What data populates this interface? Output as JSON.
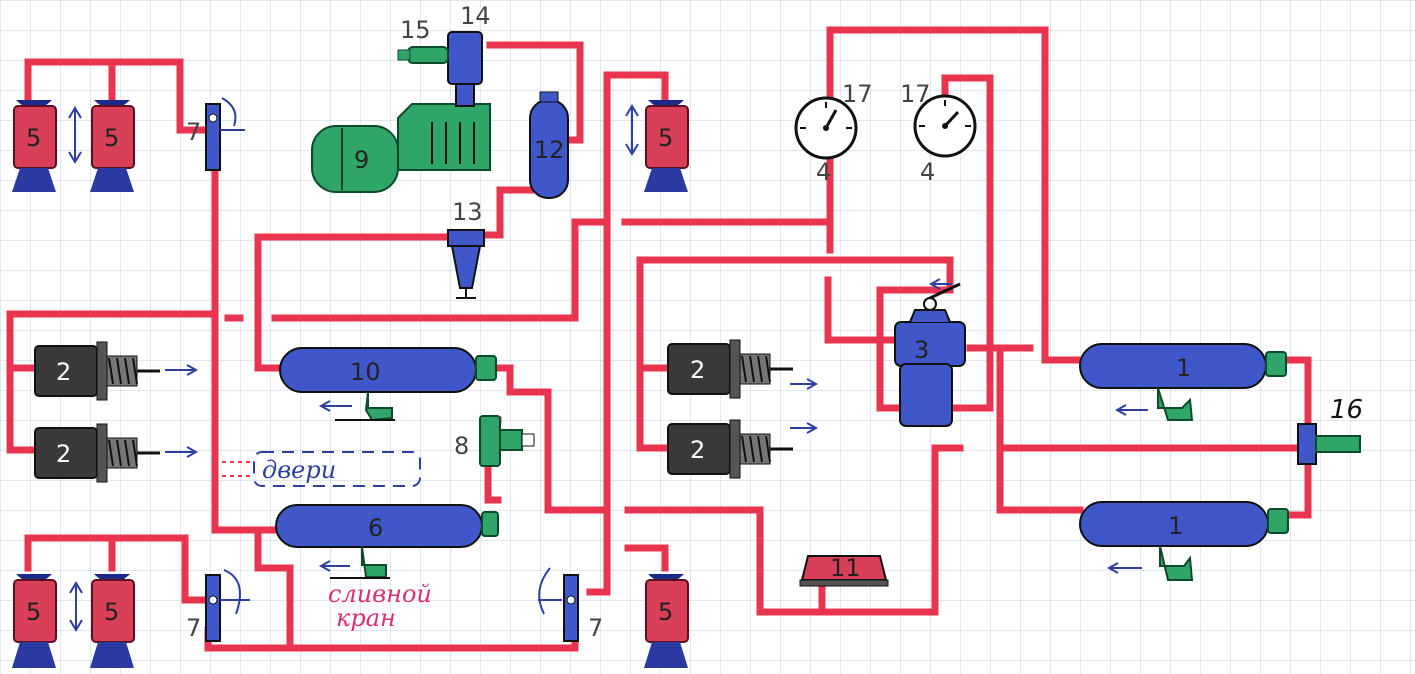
{
  "colors": {
    "pipe": "#e8344f",
    "blue": "#3f57c9",
    "red_body": "#d8405a",
    "green": "#2fa56a",
    "dark": "#3a3a3a",
    "gray_chamber": "#555555",
    "arrow": "#2f3f9f",
    "pink_text": "#d83070"
  },
  "icons": {
    "gauge": "gauge-icon",
    "spring_chamber": "spring-brake-chamber-icon",
    "air_chamber": "air-chamber-icon",
    "receiver": "air-receiver-icon",
    "valve": "valve-icon"
  },
  "labels": {
    "n1": "1",
    "n2": "2",
    "n3": "3",
    "n4": "4",
    "n5": "5",
    "n6": "6",
    "n7": "7",
    "n8": "8",
    "n9": "9",
    "n10": "10",
    "n11": "11",
    "n12": "12",
    "n13": "13",
    "n14": "14",
    "n15": "15",
    "n16": "16",
    "n17": "17"
  },
  "notes": {
    "doors": "двери",
    "drain_line1": "сливной",
    "drain_line2": "кран"
  }
}
